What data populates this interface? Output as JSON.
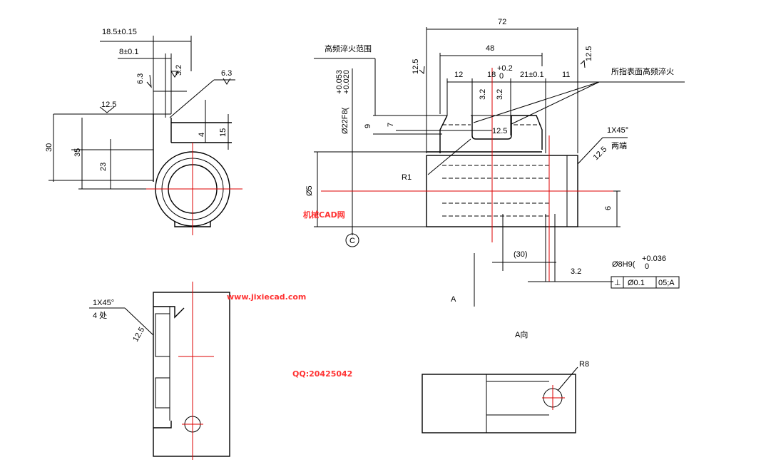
{
  "left_view": {
    "dim_18_5": "18.5±0.15",
    "dim_8": "8±0.1",
    "rough_6_3a": "6.3",
    "rough_3_2": "3.2",
    "rough_6_3b": "6.3",
    "rough_12_5": "12.5",
    "dim_30": "30",
    "dim_35": "35",
    "dim_23": "23",
    "dim_4": "4",
    "dim_15": "15"
  },
  "bottom_view": {
    "chamfer": "1X45°",
    "count": "4 处",
    "rough": "12.5"
  },
  "main_view": {
    "dim_72": "72",
    "dim_48": "48",
    "dim_12": "12",
    "dim_18": "18",
    "tol_18_upper": "+0.2",
    "tol_18_lower": "0",
    "dim_21": "21±0.1",
    "dim_11": "11",
    "hardening_range": "高频淬火范围",
    "hardening_note": "所指表面高频淬火",
    "bore": "Ø22F8(",
    "bore_upper": "+0.053",
    "bore_lower": "+0.020",
    "dim_9": "9",
    "dim_7": "7",
    "rough_12_5_left": "12.5",
    "rough_12_5_right": "12.5",
    "rough_3_2_a": "3.2",
    "rough_3_2_b": "3.2",
    "rough_12_5_slot": "12.5",
    "chamfer": "1X45°",
    "both_ends": "两端",
    "rough_12_5_end": "12.5",
    "radius": "R1",
    "dia_left": "Ø5",
    "dia_right": "6",
    "datum_c": "C",
    "dim_30": "(30)",
    "hole": "Ø8H9(",
    "hole_upper": "+0.036",
    "hole_lower": "0",
    "rough_3_2_hole": "3.2",
    "tolerance_frame": [
      "⊥",
      "Ø0.1",
      "05;A"
    ],
    "view_a_arrow": "A"
  },
  "a_view": {
    "title": "A向",
    "radius": "R8"
  },
  "watermark": {
    "line1": "机械CAD网",
    "line2": "www.jixiecad.com",
    "line3": "QQ:20425042"
  }
}
